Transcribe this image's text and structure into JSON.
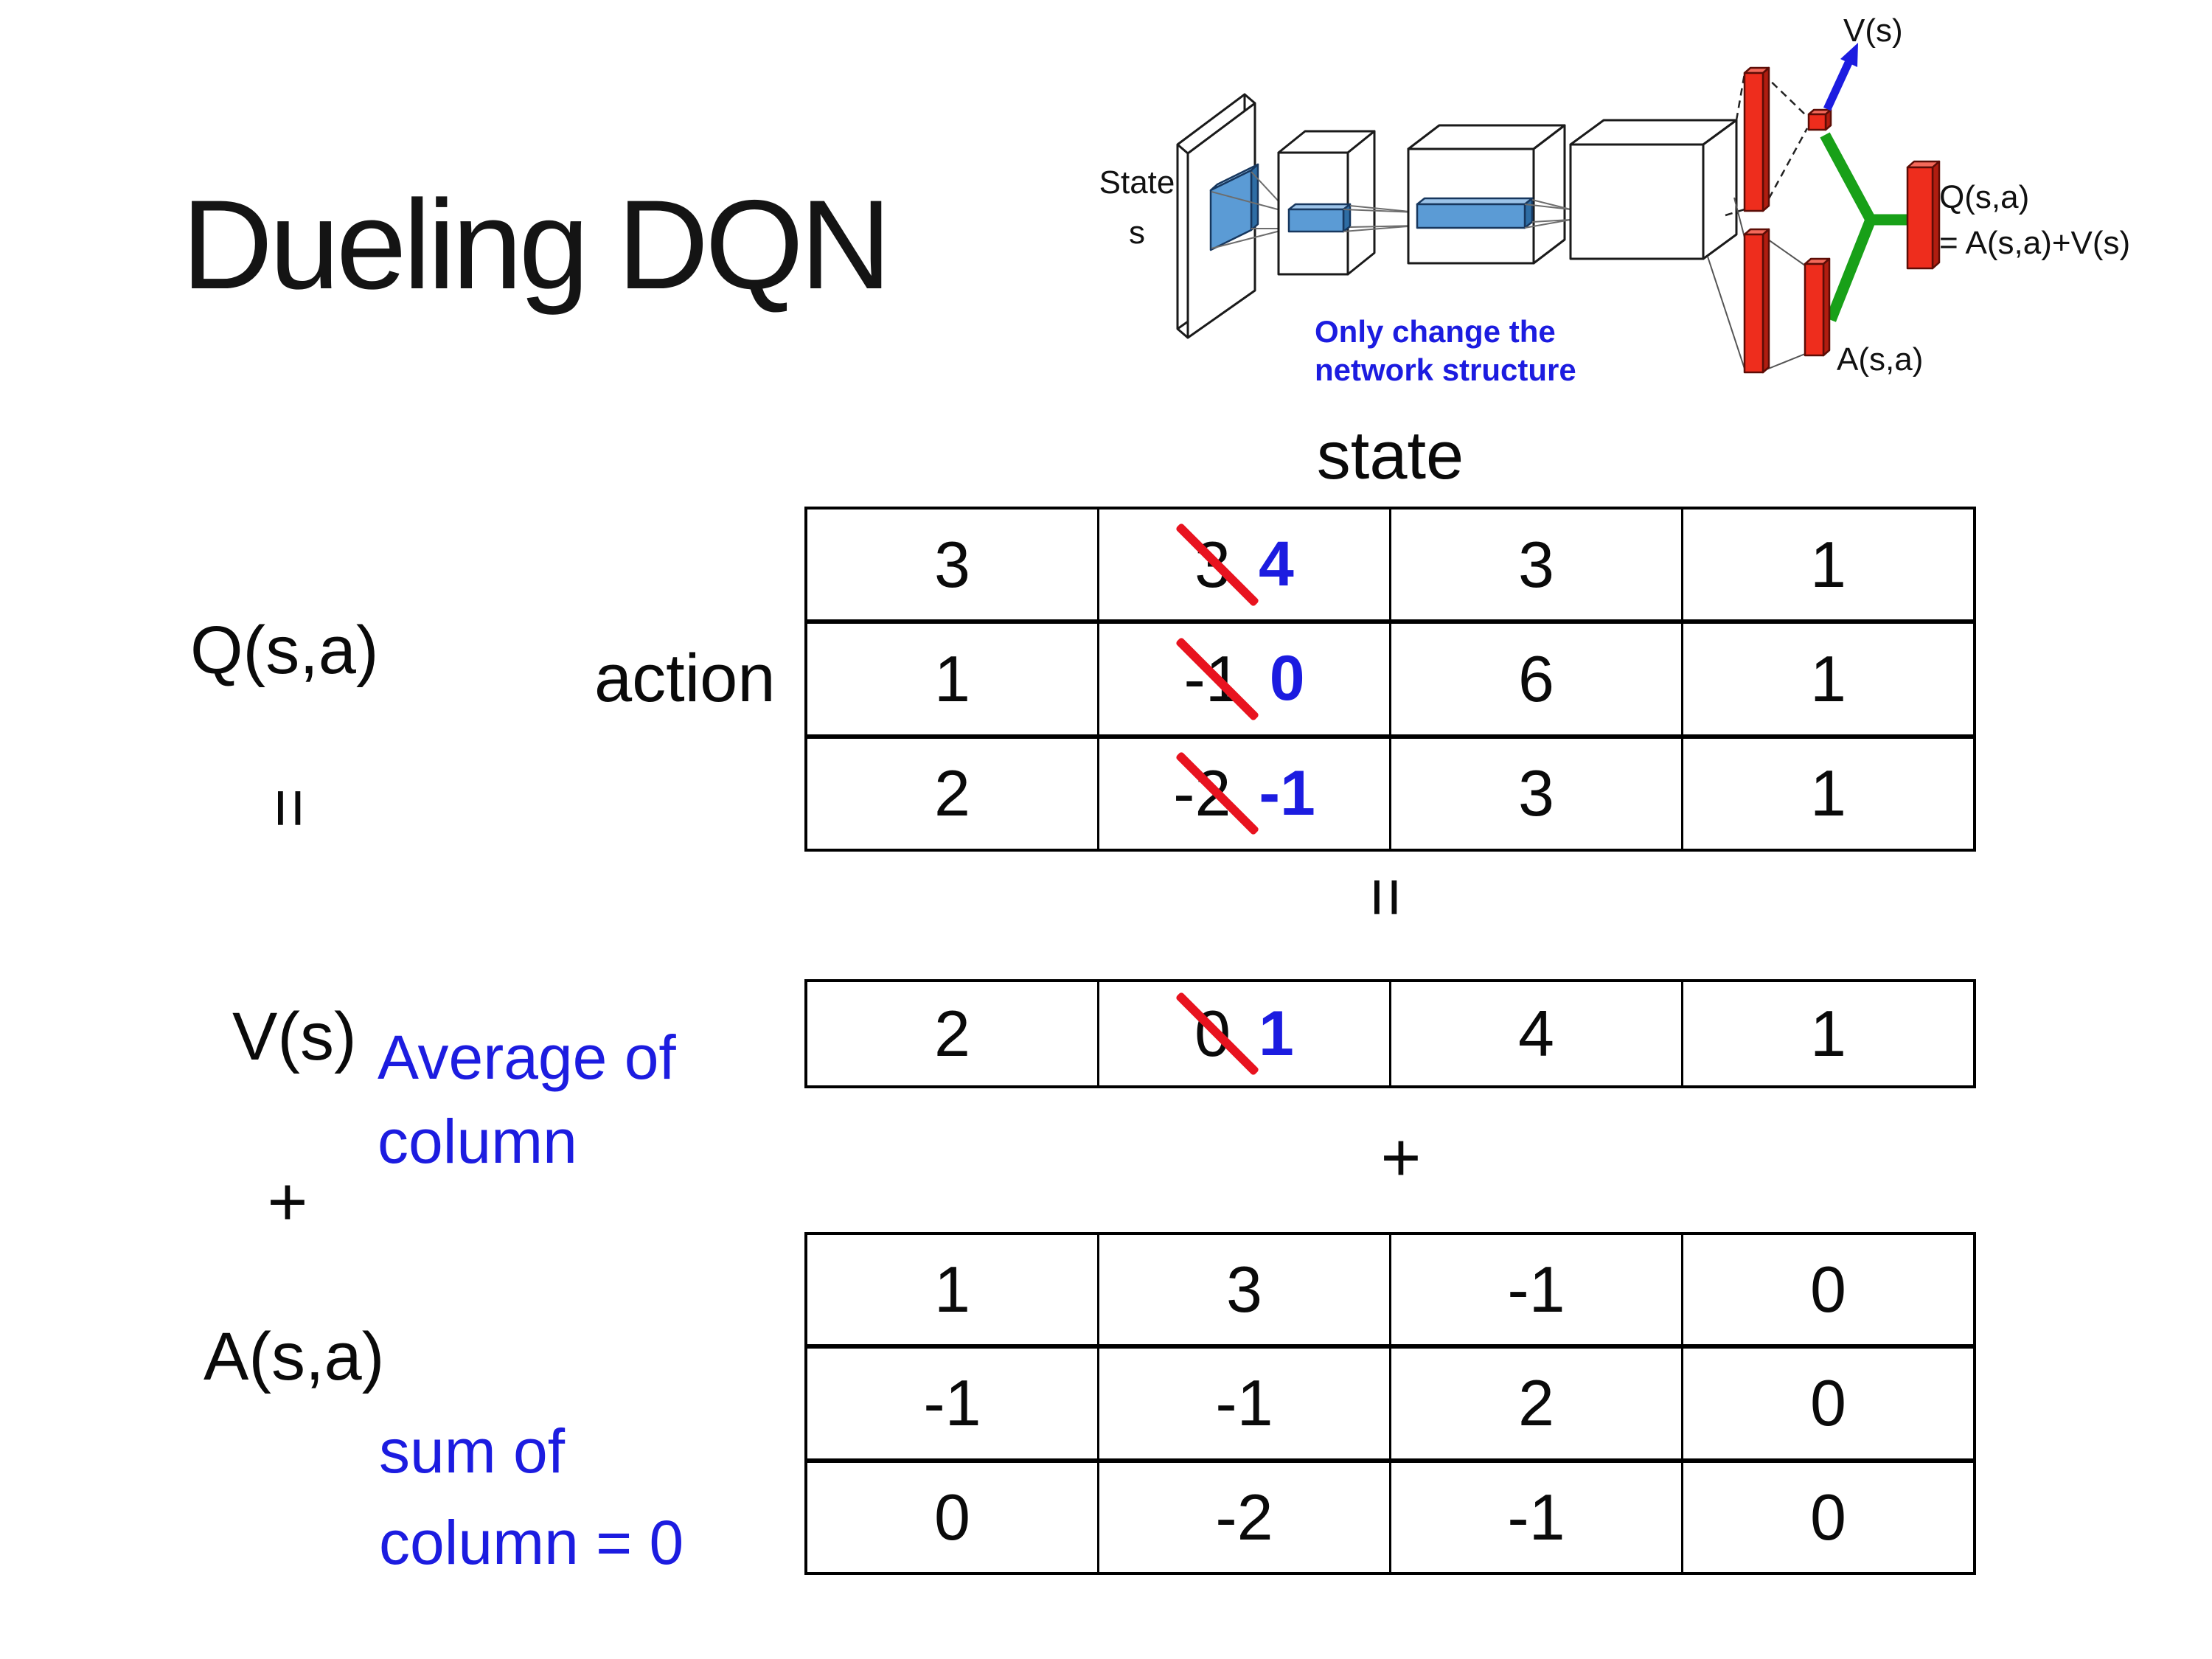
{
  "title": "Dueling DQN",
  "colors": {
    "blue": "#1c1ce0",
    "red": "#e8131f",
    "green": "#18a018",
    "bar": "#ee2d1d",
    "filter": "#5b9bd5"
  },
  "diagram": {
    "state_line1": "State",
    "state_line2": "s",
    "note_line1": "Only change the",
    "note_line2": "network structure",
    "v_out": "V(s)",
    "q_out_line1": "Q(s,a)",
    "q_out_line2": "= A(s,a)+V(s)",
    "a_out": "A(s,a)"
  },
  "equation": {
    "q_label": "Q(s,a)",
    "action_label": "action",
    "state_header": "state",
    "equals": "=",
    "plus": "+",
    "v_label": "V(s)",
    "v_note_line1": "Average of",
    "v_note_line2": "column",
    "a_label": "A(s,a)",
    "a_note_line1": "sum of",
    "a_note_line2": "column = 0"
  },
  "tables": {
    "q": {
      "rows": [
        [
          "3",
          {
            "old": "3",
            "new": "4"
          },
          "3",
          "1"
        ],
        [
          "1",
          {
            "old": "-1",
            "new": "0"
          },
          "6",
          "1"
        ],
        [
          "2",
          {
            "old": "-2",
            "new": "-1"
          },
          "3",
          "1"
        ]
      ]
    },
    "v": {
      "rows": [
        [
          "2",
          {
            "old": "0",
            "new": "1"
          },
          "4",
          "1"
        ]
      ]
    },
    "a": {
      "rows": [
        [
          "1",
          "3",
          "-1",
          "0"
        ],
        [
          "-1",
          "-1",
          "2",
          "0"
        ],
        [
          "0",
          "-2",
          "-1",
          "0"
        ]
      ]
    }
  }
}
